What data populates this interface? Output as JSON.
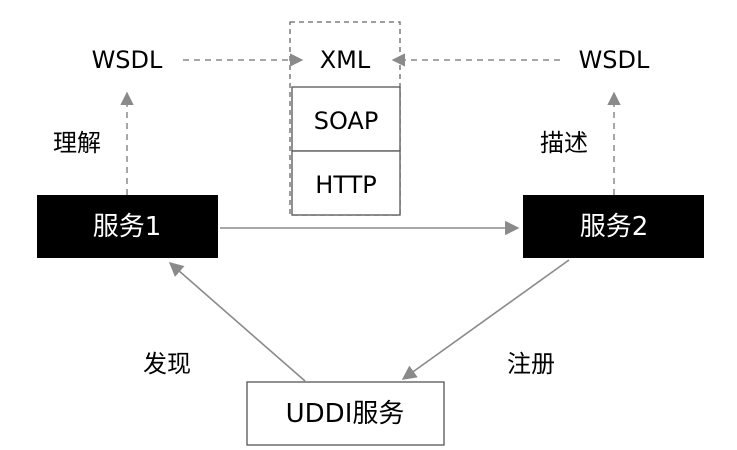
{
  "colors": {
    "background": "#ffffff",
    "service_fill": "#000000",
    "service_text": "#ffffff",
    "text": "#000000",
    "arrow_solid": "#8a8a8a",
    "arrow_dashed": "#8a8a8a",
    "box_border": "#555555"
  },
  "nodes": {
    "service1": "服务1",
    "service2": "服务2",
    "uddi": "UDDI服务",
    "wsdl_left": "WSDL",
    "wsdl_right": "WSDL"
  },
  "protocol_stack": {
    "layers": [
      "XML",
      "SOAP",
      "HTTP"
    ]
  },
  "edge_labels": {
    "understand": "理解",
    "describe": "描述",
    "discover": "发现",
    "register": "注册"
  }
}
